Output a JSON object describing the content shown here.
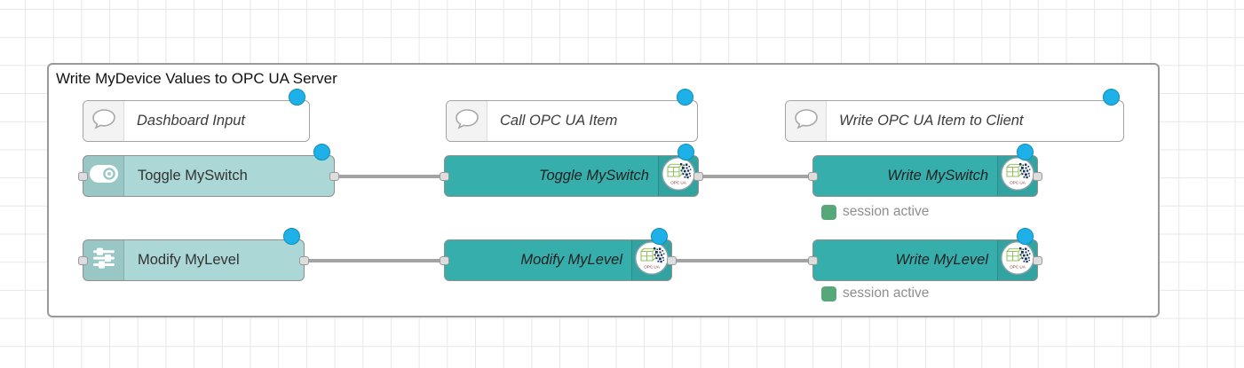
{
  "group": {
    "title": "Write MyDevice Values to OPC UA Server"
  },
  "nodes": {
    "comment_dashboard": {
      "label": "Dashboard Input"
    },
    "comment_call": {
      "label": "Call OPC UA Item"
    },
    "comment_write": {
      "label": "Write OPC UA Item to Client"
    },
    "ui_toggle": {
      "label": "Toggle MySwitch"
    },
    "ui_slider": {
      "label": "Modify MyLevel"
    },
    "call_toggle": {
      "label": "Toggle MySwitch"
    },
    "call_slider": {
      "label": "Modify MyLevel"
    },
    "write_switch": {
      "label": "Write MySwitch",
      "status": "session active"
    },
    "write_level": {
      "label": "Write MyLevel",
      "status": "session active"
    }
  },
  "badge": {
    "opcua_label": "OPC UA"
  },
  "icons": [
    "comment-bubble-icon",
    "toggle-switch-icon",
    "sliders-icon",
    "opcua-logo-icon",
    "changed-marker-dot"
  ],
  "colors": {
    "opcua_node_teal": "#36aeab",
    "dashboard_node_light_teal": "#abd7d6",
    "changed_dot_blue": "#1db1e8",
    "status_green": "#57a878",
    "wire_gray": "#a3a3a3",
    "group_border_gray": "#999999"
  }
}
